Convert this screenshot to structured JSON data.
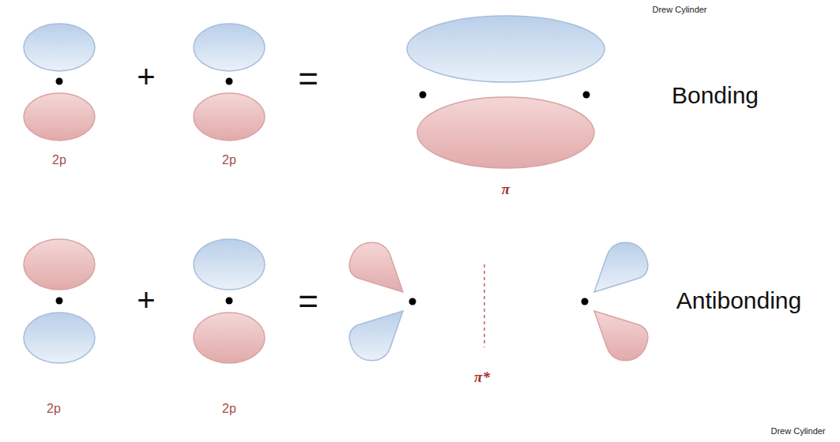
{
  "diagram": {
    "labels": [
      "Drew Cylinder",
      "+",
      "=",
      "Bonding",
      "2p",
      "2p",
      "π",
      "+",
      "=",
      "Antibonding",
      "2p",
      "2p",
      "π*",
      "Drew Cylinder"
    ]
  }
}
